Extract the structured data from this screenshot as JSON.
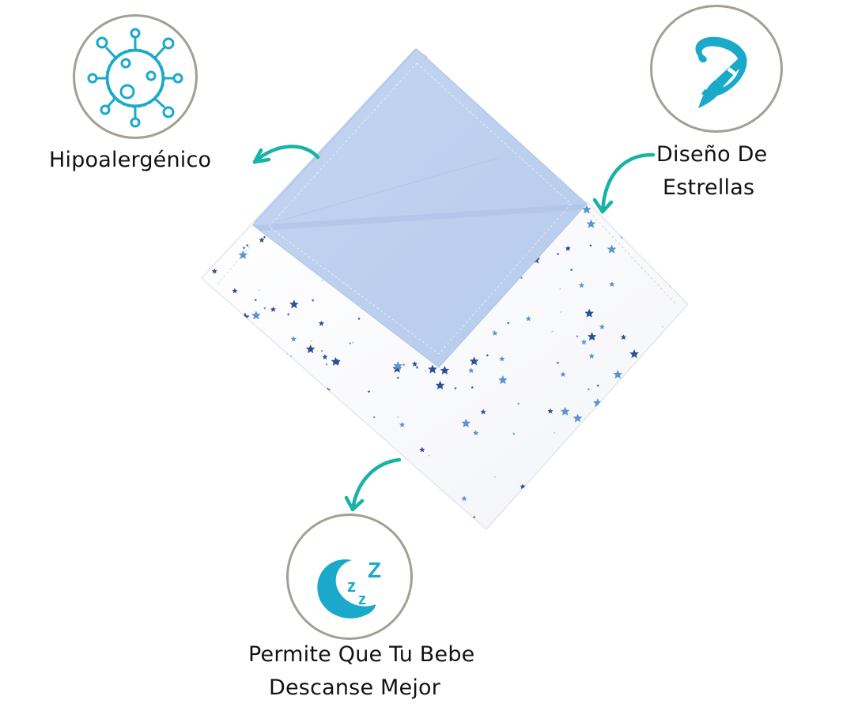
{
  "product": {
    "name": "baby-blanket-star-print",
    "colors": {
      "flap_blue": "#bcd0ef",
      "flap_blue_shadow": "#a9c0e6",
      "fabric_white": "#fbfbfd",
      "star_dark": "#2f4f95",
      "star_light": "#5b93d3",
      "accent_teal": "#17b3a6",
      "icon_cyan": "#1aa9c9",
      "circle_border": "#a49e95"
    }
  },
  "features": [
    {
      "id": "hipoalergenico",
      "icon": "virus-icon",
      "label_lines": [
        "Hipoalergénico"
      ]
    },
    {
      "id": "diseno-de-estrellas",
      "icon": "paintbrush-icon",
      "label_lines": [
        "Diseño De",
        "Estrellas"
      ]
    },
    {
      "id": "descanse-mejor",
      "icon": "moon-sleep-icon",
      "icon_text": [
        "z",
        "z",
        "Z"
      ],
      "label_lines": [
        "Permite Que Tu Bebe",
        "Descanse Mejor"
      ]
    }
  ]
}
